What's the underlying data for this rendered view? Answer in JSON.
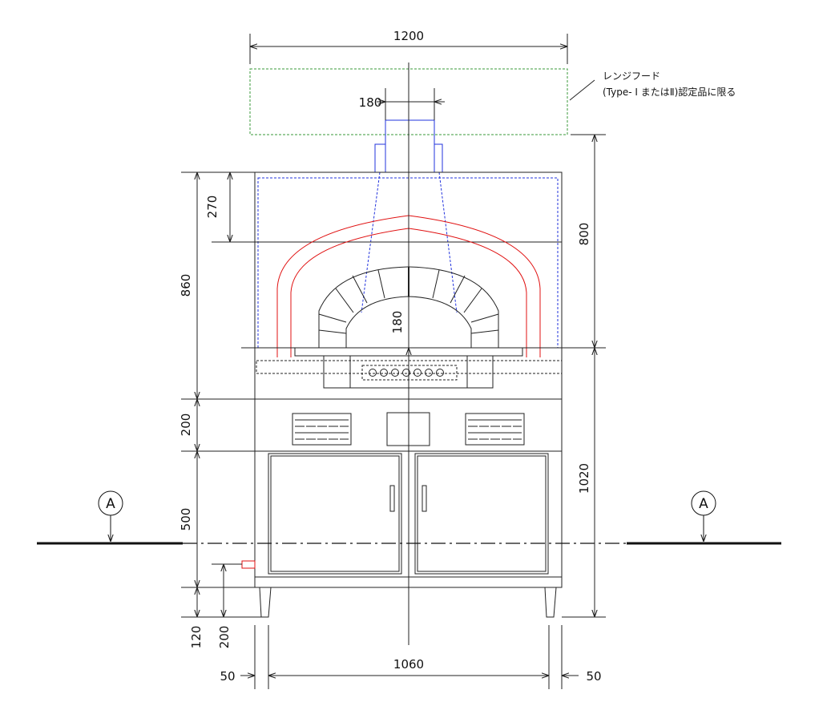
{
  "dimensions": {
    "hood_width": "1200",
    "flue_width": "180",
    "top_panel_height": "270",
    "upper_total_height": "860",
    "hood_clearance": "800",
    "firebox_height": "180",
    "control_height": "200",
    "cabinet_height": "500",
    "overall_height": "1020",
    "socket_height": "200",
    "leg_height": "120",
    "body_width": "1060",
    "side_gap_left": "50",
    "side_gap_right": "50"
  },
  "hood": {
    "label": "レンジフード",
    "note": "(Type- Ⅰ またはⅡ)認定品に限る"
  },
  "section": {
    "left_marker": "A",
    "right_marker": "A"
  },
  "colors": {
    "line": "#222222",
    "hood_outline": "#3a9a3a",
    "flue": "#2233dd",
    "heat_zone": "#e01010",
    "socket": "#e01010"
  }
}
